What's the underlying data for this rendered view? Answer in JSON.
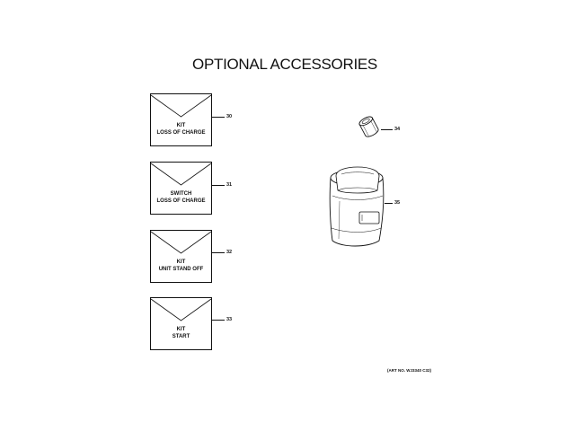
{
  "title": "OPTIONAL ACCESSORIES",
  "kits": [
    {
      "line1": "KIT",
      "line2": "LOSS OF CHARGE",
      "ref": "30"
    },
    {
      "line1": "SWITCH",
      "line2": "LOSS OF CHARGE",
      "ref": "31"
    },
    {
      "line1": "KIT",
      "line2": "UNIT STAND OFF",
      "ref": "32"
    },
    {
      "line1": "KIT",
      "line2": "START",
      "ref": "33"
    }
  ],
  "parts": [
    {
      "ref": "34",
      "icon": "cap-fitting-icon"
    },
    {
      "ref": "35",
      "icon": "protective-jacket-icon"
    }
  ],
  "art_number": "(ART NO. WJ3340 C32)"
}
